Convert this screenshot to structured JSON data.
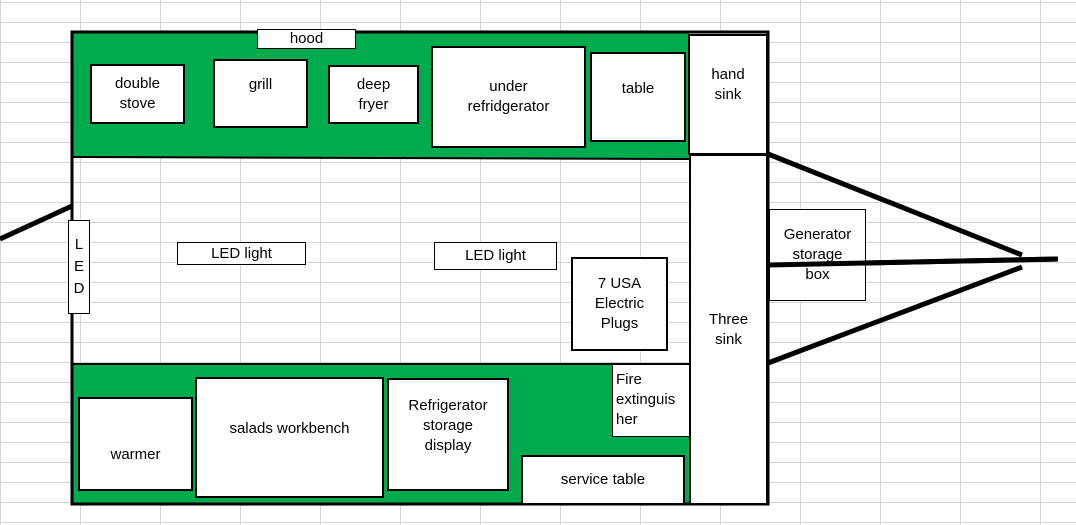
{
  "trailer": {
    "top_area": {
      "hood": "hood",
      "double_stove": "double\nstove",
      "grill": "grill",
      "deep_fryer": "deep\nfryer",
      "under_refrigerator": "under\nrefridgerator",
      "table": "table",
      "hand_sink": "hand\nsink"
    },
    "middle_area": {
      "led_light_left": "LED light",
      "led_light_right": "LED light",
      "led_vertical": "L\nE\nD",
      "electric_plugs": "7 USA\nElectric\nPlugs"
    },
    "bottom_area": {
      "warmer": "warmer",
      "salads_workbench": "salads workbench",
      "refrigerator_display": "Refrigerator\nstorage\ndisplay",
      "fire_extinguisher": "Fire\nextinguis\nher",
      "service_table": "service table"
    },
    "three_sink": "Three\nsink",
    "generator_box": "Generator\nstorage\nbox"
  },
  "colors": {
    "counter_green": "#00ab4e",
    "outline": "#000000",
    "grid": "#d4d4d4"
  }
}
